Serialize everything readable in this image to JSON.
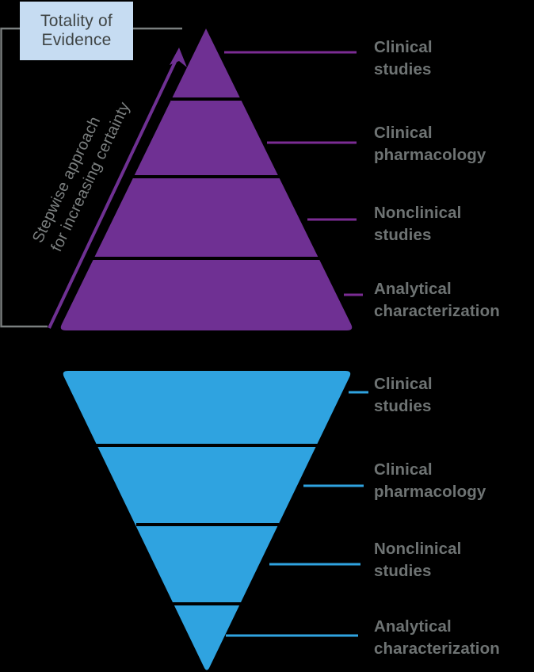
{
  "diagram": {
    "title_box": {
      "line1": "Totality of",
      "line2": "Evidence",
      "background_color": "#c6dcf2",
      "text_color": "#3f4444"
    },
    "arrow_caption": {
      "line1": "Stepwise approach",
      "line2": "for increasing certainty",
      "color": "#7b7f7f"
    },
    "colors": {
      "pyramid_purple": "#6f3093",
      "funnel_blue": "#2fa3e0",
      "bracket_gray": "#7a7f7f",
      "label_gray": "#6e7373",
      "background": "#000000"
    },
    "pyramid": {
      "name": "totality-of-evidence-pyramid",
      "orientation": "upright",
      "fill": "#6f3093",
      "tiers": [
        {
          "label_line1": "Clinical",
          "label_line2": "studies"
        },
        {
          "label_line1": "Clinical",
          "label_line2": "pharmacology"
        },
        {
          "label_line1": "Nonclinical",
          "label_line2": "studies"
        },
        {
          "label_line1": "Analytical",
          "label_line2": "characterization"
        }
      ]
    },
    "funnel": {
      "name": "biosimilar-development-funnel",
      "orientation": "inverted",
      "fill": "#2fa3e0",
      "tiers": [
        {
          "label_line1": "Clinical",
          "label_line2": "studies"
        },
        {
          "label_line1": "Clinical",
          "label_line2": "pharmacology"
        },
        {
          "label_line1": "Nonclinical",
          "label_line2": "studies"
        },
        {
          "label_line1": "Analytical",
          "label_line2": "characterization"
        }
      ]
    }
  }
}
